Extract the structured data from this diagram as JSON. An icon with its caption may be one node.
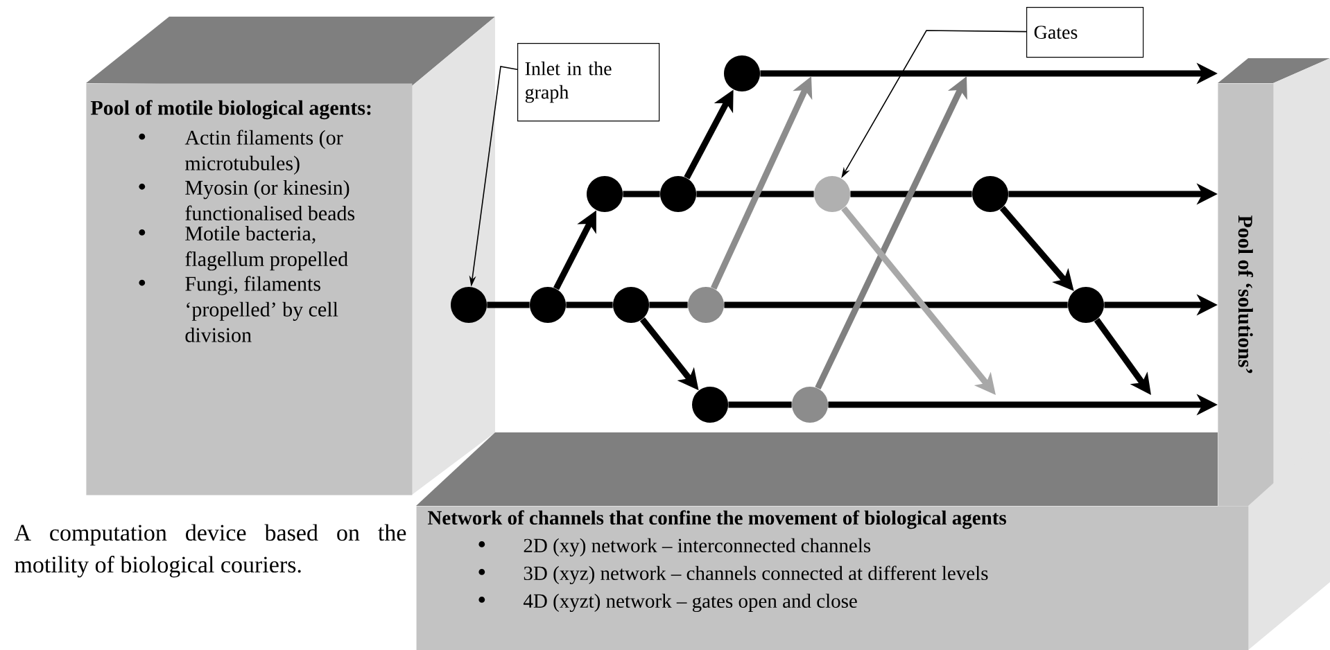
{
  "diagram": {
    "caption": "A computation device based on the motility of biological couriers.",
    "nodes": [
      {
        "text": [
          "Pool of motile biological agents:",
          "Actin filaments (or microtubules)",
          "Myosin (or kinesin) functionalised beads",
          "Motile bacteria, flagellum propelled",
          "Fungi, filaments ‘propelled’ by cell division"
        ]
      },
      {
        "text": [
          "Inlet in the graph"
        ]
      },
      {
        "text": [
          "Gates"
        ]
      },
      {
        "text": [
          "Pool of ‘solutions’"
        ]
      },
      {
        "text": [
          "Network of channels that confine the movement of biological agents",
          "2D (xy) network – interconnected channels",
          "3D (xyz) network – channels connected at different levels",
          "4D (xyzt) network – gates open and close"
        ]
      },
      {
        "text": [],
        "shape": "circle"
      },
      {
        "text": [],
        "shape": "circle"
      },
      {
        "text": [],
        "shape": "circle"
      },
      {
        "text": [],
        "shape": "circle"
      },
      {
        "text": [],
        "shape": "circle"
      },
      {
        "text": [],
        "shape": "circle"
      },
      {
        "text": [],
        "shape": "circle"
      },
      {
        "text": [],
        "shape": "circle"
      },
      {
        "text": [],
        "shape": "circle"
      },
      {
        "text": [],
        "shape": "circle"
      },
      {
        "text": [],
        "shape": "circle"
      },
      {
        "text": [],
        "shape": "circle"
      }
    ],
    "edges": [
      {
        "from": 1,
        "to": 5,
        "arrow": "to"
      },
      {
        "from": 2,
        "to": 13,
        "arrow": "to"
      },
      {
        "from": 5,
        "to": 6,
        "arrow": "none"
      },
      {
        "from": 6,
        "to": 10,
        "arrow": "none"
      },
      {
        "from": 10,
        "to": 12,
        "arrow": "none"
      },
      {
        "from": 12,
        "to": 16,
        "arrow": "none"
      },
      {
        "from": 16,
        "to": 3,
        "arrow": "to"
      },
      {
        "from": 6,
        "to": 7,
        "arrow": "to"
      },
      {
        "from": 7,
        "to": 8,
        "arrow": "none"
      },
      {
        "from": 8,
        "to": 9,
        "arrow": "to"
      },
      {
        "from": 9,
        "to": 3,
        "arrow": "to"
      },
      {
        "from": 8,
        "to": 13,
        "arrow": "none"
      },
      {
        "from": 13,
        "to": 15,
        "arrow": "none"
      },
      {
        "from": 15,
        "to": 3,
        "arrow": "to"
      },
      {
        "from": 15,
        "to": 16,
        "arrow": "to"
      },
      {
        "from": 16,
        "to": null,
        "arrow": "to"
      },
      {
        "from": 10,
        "to": 11,
        "arrow": "to"
      },
      {
        "from": 11,
        "to": 14,
        "arrow": "none"
      },
      {
        "from": 14,
        "to": 3,
        "arrow": "to"
      },
      {
        "from": 12,
        "to": null,
        "arrow": "to",
        "color": "#8c8c8c"
      },
      {
        "from": 14,
        "to": null,
        "arrow": "to",
        "color": "#808080"
      },
      {
        "from": 13,
        "to": null,
        "arrow": "to",
        "color": "#a8a8a8"
      }
    ]
  }
}
